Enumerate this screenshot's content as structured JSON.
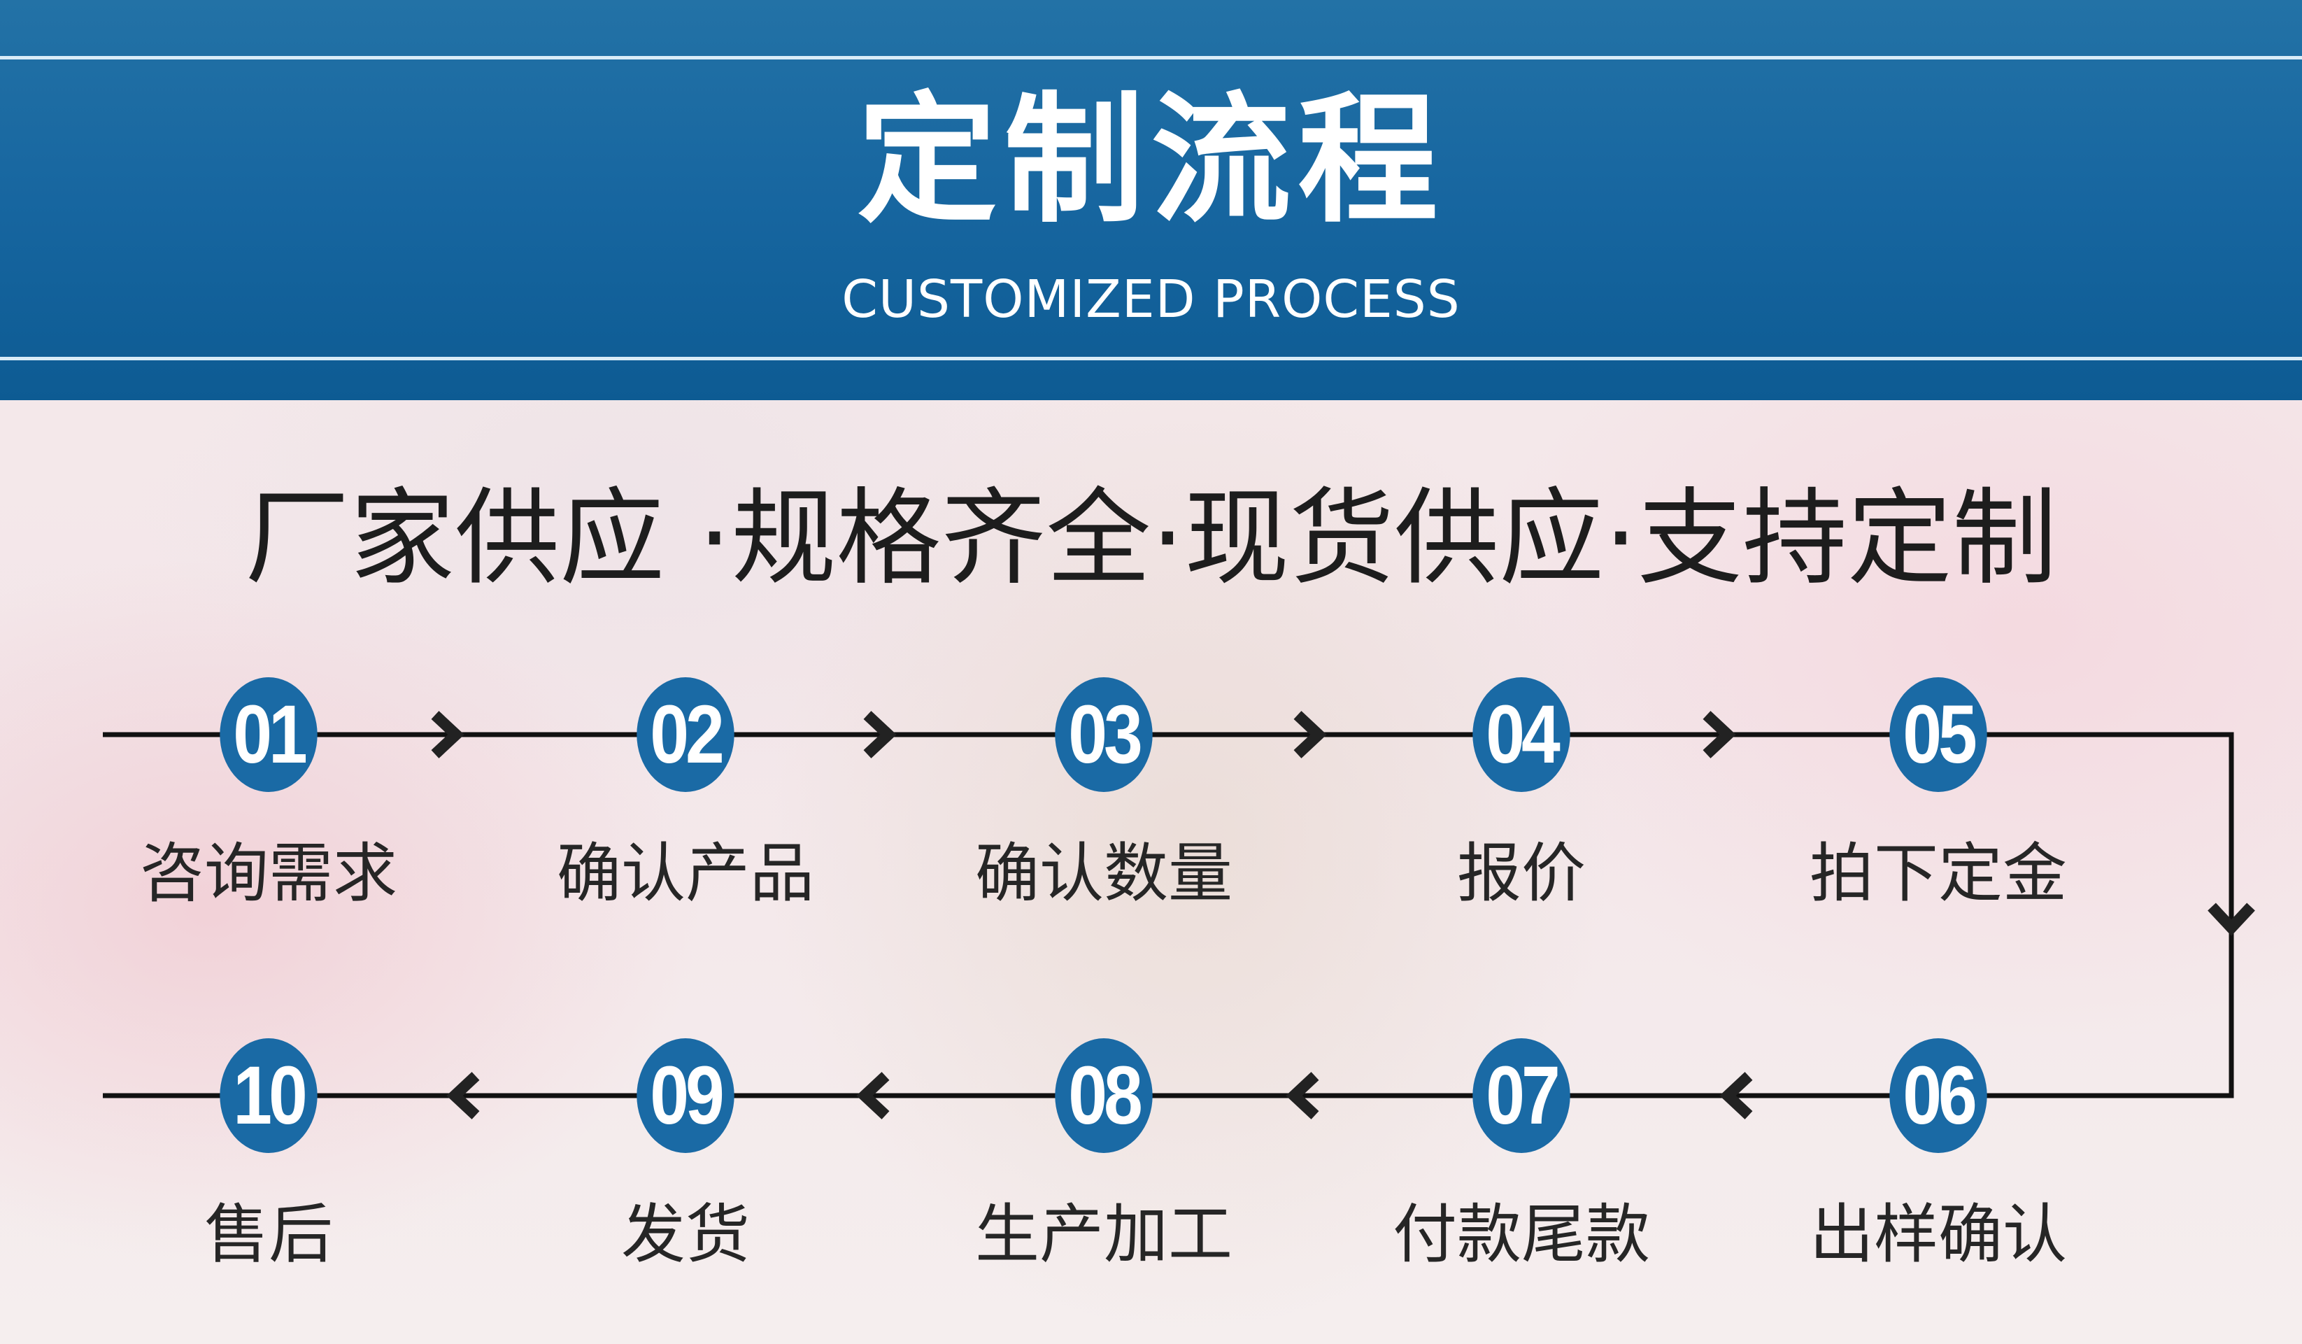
{
  "header": {
    "title": "定制流程",
    "subtitle": "CUSTOMIZED PROCESS"
  },
  "slogan": "厂家供应 ·规格齐全·现货供应·支持定制",
  "colors": {
    "header": "#1766a0",
    "badge": "#1a6aa5",
    "line": "#111111"
  },
  "steps": [
    {
      "number": "01",
      "label": "咨询需求"
    },
    {
      "number": "02",
      "label": "确认产品"
    },
    {
      "number": "03",
      "label": "确认数量"
    },
    {
      "number": "04",
      "label": "报价"
    },
    {
      "number": "05",
      "label": "拍下定金"
    },
    {
      "number": "06",
      "label": "出样确认"
    },
    {
      "number": "07",
      "label": "付款尾款"
    },
    {
      "number": "08",
      "label": "生产加工"
    },
    {
      "number": "09",
      "label": "发货"
    },
    {
      "number": "10",
      "label": "售后"
    }
  ]
}
